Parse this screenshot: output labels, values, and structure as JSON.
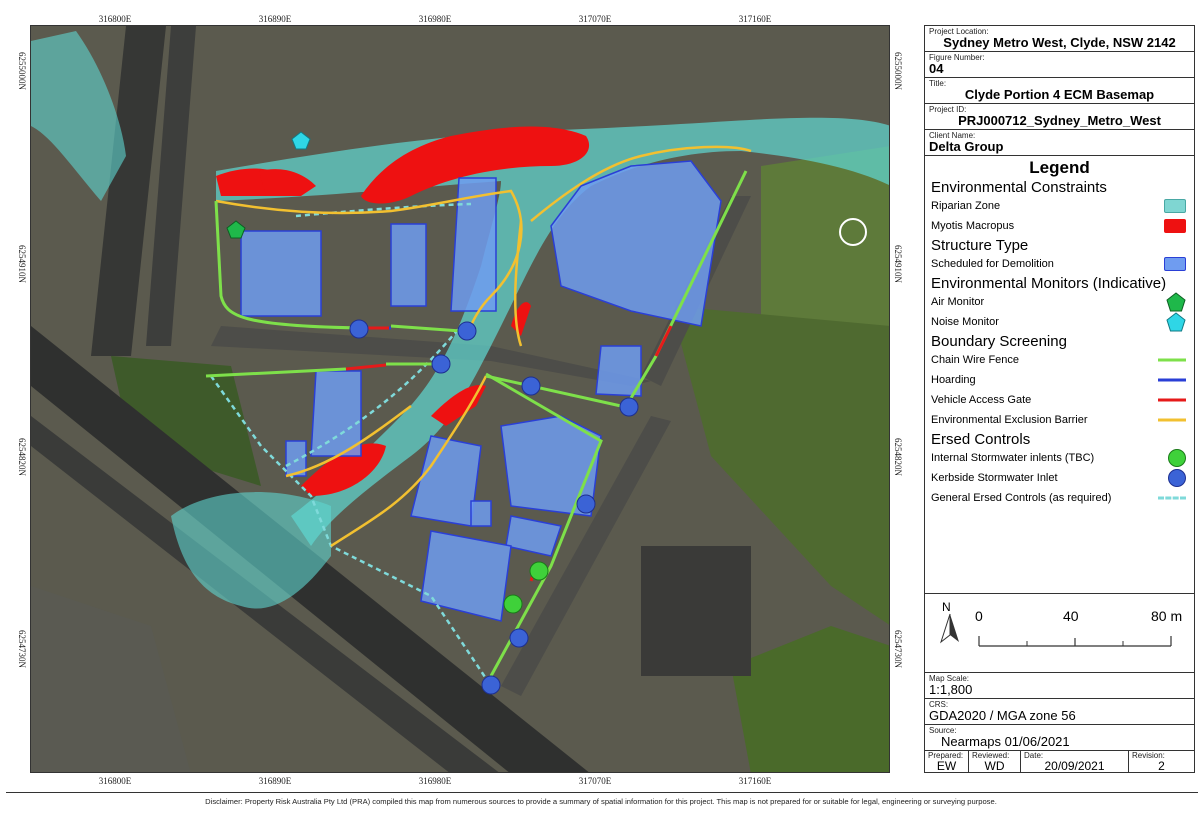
{
  "coords": {
    "x_labels": [
      "316800E",
      "316890E",
      "316980E",
      "317070E",
      "317160E"
    ],
    "y_labels": [
      "6255000N",
      "6254910N",
      "6254820N",
      "6254730N"
    ]
  },
  "project": {
    "location_label": "Project Location:",
    "location": "Sydney Metro West, Clyde, NSW 2142",
    "figure_label": "Figure Number:",
    "figure": "04",
    "title_label": "Title:",
    "title": "Clyde Portion 4 ECM Basemap",
    "id_label": "Project ID:",
    "id": "PRJ000712_Sydney_Metro_West",
    "client_label": "Client Name:",
    "client": "Delta Group"
  },
  "legend": {
    "title": "Legend",
    "groups": [
      {
        "name": "Environmental Constraints",
        "items": [
          {
            "label": "Riparian Zone",
            "symbol": "rect",
            "color": "#7fd6d2"
          },
          {
            "label": "Myotis Macropus",
            "symbol": "rect",
            "color": "#ee1111"
          }
        ]
      },
      {
        "name": "Structure Type",
        "items": [
          {
            "label": "Scheduled for Demolition",
            "symbol": "rect",
            "color": "#6f9cf0"
          }
        ]
      },
      {
        "name": "Environmental Monitors (Indicative)",
        "items": [
          {
            "label": "Air Monitor",
            "symbol": "pentagon",
            "color": "#1fb84a"
          },
          {
            "label": "Noise Monitor",
            "symbol": "pentagon",
            "color": "#2fd6e6"
          }
        ]
      },
      {
        "name": "Boundary Screening",
        "items": [
          {
            "label": "Chain Wire Fence",
            "symbol": "line",
            "color": "#7ee04a"
          },
          {
            "label": "Hoarding",
            "symbol": "line",
            "color": "#2a3fd6"
          },
          {
            "label": "Vehicle Access Gate",
            "symbol": "line",
            "color": "#e61a1a"
          },
          {
            "label": "Environmental Exclusion Barrier",
            "symbol": "line",
            "color": "#f2c030"
          }
        ]
      },
      {
        "name": "Ersed Controls",
        "items": [
          {
            "label": "Internal Stormwater inlents (TBC)",
            "symbol": "circle",
            "color": "#3fd13a"
          },
          {
            "label": "Kerbside Stormwater Inlet",
            "symbol": "circle",
            "color": "#3b63d6"
          },
          {
            "label": "General Ersed Controls (as required)",
            "symbol": "dash",
            "color": "#7fdada"
          }
        ]
      }
    ]
  },
  "scale": {
    "north": "N",
    "ticks": [
      "0",
      "40",
      "80 m"
    ],
    "label": "Map Scale:",
    "value": "1:1,800"
  },
  "crs": {
    "label": "CRS:",
    "value": "GDA2020 / MGA zone 56"
  },
  "source": {
    "label": "Source:",
    "value": "Nearmaps 01/06/2021"
  },
  "signoff": {
    "prepared_label": "Prepared:",
    "prepared": "EW",
    "reviewed_label": "Reviewed:",
    "reviewed": "WD",
    "date_label": "Date:",
    "date": "20/09/2021",
    "revision_label": "Revision:",
    "revision": "2"
  },
  "disclaimer": "Disclaimer: Property Risk Australia Pty Ltd (PRA) compiled this map from numerous sources to provide a summary of spatial information for this project. This map is not prepared for or suitable for legal, engineering or surveying purpose."
}
